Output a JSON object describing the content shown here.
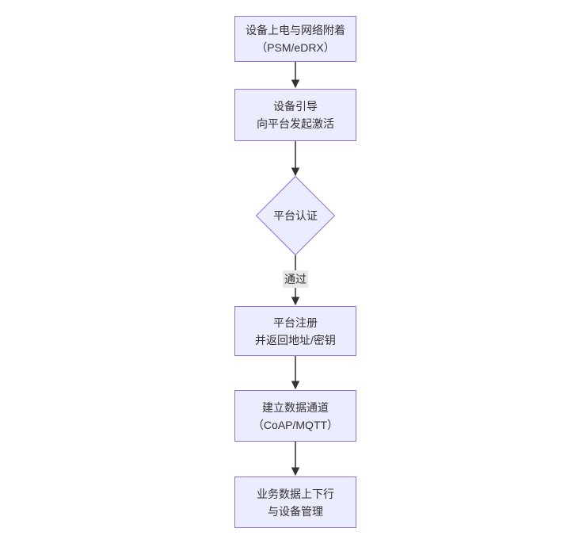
{
  "diagram": {
    "type": "flowchart-top-down",
    "nodes": [
      {
        "id": "power-attach",
        "shape": "rect",
        "lines": [
          "设备上电与网络附着",
          "（PSM/eDRX）"
        ]
      },
      {
        "id": "bootstrap",
        "shape": "rect",
        "lines": [
          "设备引导",
          "向平台发起激活"
        ]
      },
      {
        "id": "platform-auth",
        "shape": "diamond",
        "label": "平台认证"
      },
      {
        "id": "platform-register",
        "shape": "rect",
        "lines": [
          "平台注册",
          "并返回地址/密钥"
        ]
      },
      {
        "id": "data-channel",
        "shape": "rect",
        "lines": [
          "建立数据通道",
          "（CoAP/MQTT）"
        ]
      },
      {
        "id": "business-data",
        "shape": "rect",
        "lines": [
          "业务数据上下行",
          "与设备管理"
        ]
      }
    ],
    "edges": [
      {
        "from": "power-attach",
        "to": "bootstrap",
        "label": ""
      },
      {
        "from": "bootstrap",
        "to": "platform-auth",
        "label": ""
      },
      {
        "from": "platform-auth",
        "to": "platform-register",
        "label": "通过"
      },
      {
        "from": "platform-register",
        "to": "data-channel",
        "label": ""
      },
      {
        "from": "data-channel",
        "to": "business-data",
        "label": ""
      }
    ],
    "edge_labels": [
      {
        "text": "通过"
      }
    ],
    "colors": {
      "node_fill": "#ECECFF",
      "node_border": "#9370DB",
      "edge": "#333333",
      "text": "#333333",
      "edge_label_bg": "#e8e8e8",
      "background": "#ffffff"
    }
  }
}
